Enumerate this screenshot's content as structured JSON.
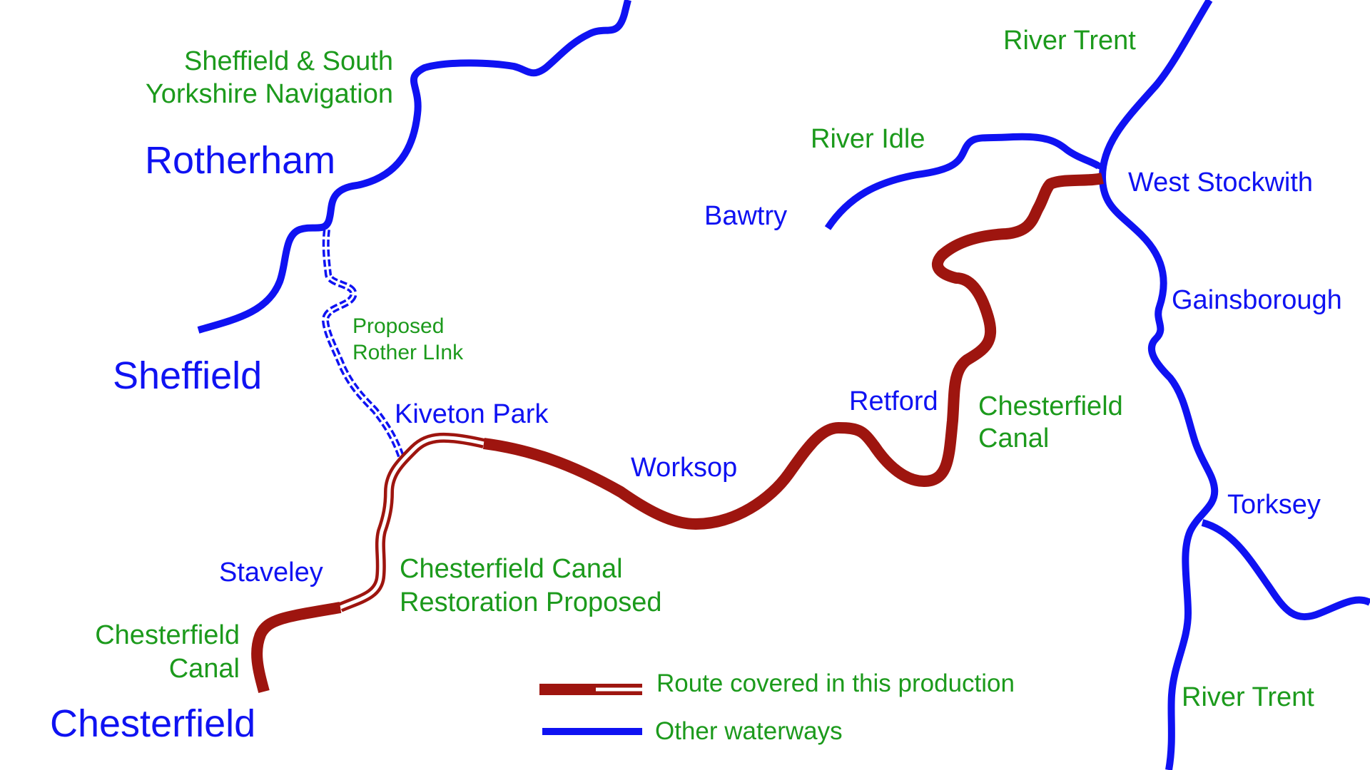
{
  "colors": {
    "route": "#9e150f",
    "other_waterways": "#0f12f2",
    "waterway_label": "#1c9a1c",
    "town_label": "#0f12f2",
    "background": "#ffffff"
  },
  "labels": {
    "rotherham": "Rotherham",
    "sheffield": "Sheffield",
    "chesterfield": "Chesterfield",
    "kiveton_park": "Kiveton Park",
    "worksop": "Worksop",
    "retford": "Retford",
    "bawtry": "Bawtry",
    "west_stockwith": "West Stockwith",
    "gainsborough": "Gainsborough",
    "torksey": "Torksey",
    "staveley": "Staveley"
  },
  "waterway_labels": {
    "ssy_navigation": [
      "Sheffield & South",
      "Yorkshire Navigation"
    ],
    "river_trent_north": "River Trent",
    "river_trent_south": "River Trent",
    "river_idle": "River Idle",
    "rother_link": [
      "Proposed",
      "Rother LInk"
    ],
    "chesterfield_canal_east": [
      "Chesterfield",
      "Canal"
    ],
    "restoration": [
      "Chesterfield Canal",
      "Restoration Proposed"
    ],
    "chesterfield_canal_west": [
      "Chesterfield",
      "Canal"
    ]
  },
  "legend": {
    "route": "Route covered in this production",
    "other": "Other waterways"
  }
}
